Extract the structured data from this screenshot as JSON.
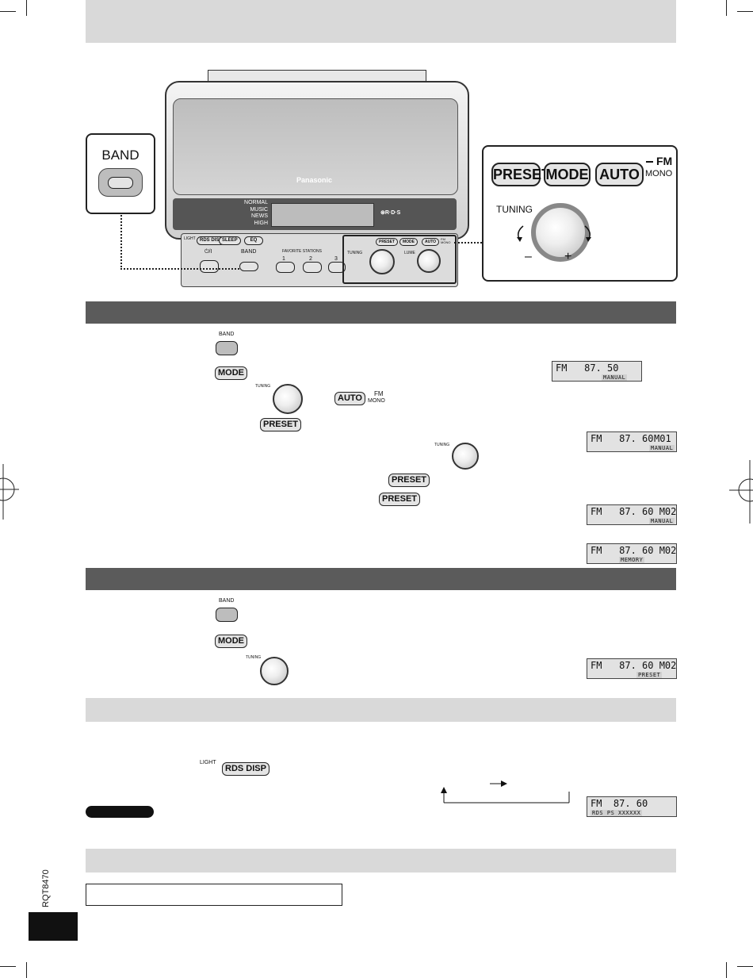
{
  "band_panel": {
    "label": "BAND"
  },
  "right_panel": {
    "preset": "PRESET",
    "mode": "MODE",
    "auto": "AUTO",
    "fm": "FM",
    "mono": "MONO",
    "tuning": "TUNING",
    "minus": "–",
    "plus": "+"
  },
  "device": {
    "brand": "Panasonic",
    "eq_modes": [
      "NORMAL",
      "MUSIC",
      "NEWS",
      "HIGH"
    ],
    "rds_logo": "⊛R·D·S",
    "light": "LIGHT",
    "rds_disp": "RDS DISP",
    "sleep": "SLEEP",
    "eq": "EQ",
    "power": "⏻/I",
    "band": "BAND",
    "favorite": "FAVORITE STATIONS",
    "fav1": "1",
    "fav2": "2",
    "fav3": "3",
    "tuning": "TUNING",
    "volume": "LUME",
    "preset": "PRESET",
    "mode": "MODE",
    "auto": "AUTO",
    "fm_mono": "FM MONO"
  },
  "steps": {
    "band": "BAND",
    "mode": "MODE",
    "tuning": "TUNING",
    "auto": "AUTO",
    "fm": "FM",
    "mono": "MONO",
    "preset": "PRESET",
    "light": "LIGHT",
    "rds_disp": "RDS DISP"
  },
  "displays": [
    {
      "main": "FM   87. 50",
      "sub": "MANUAL"
    },
    {
      "main": "FM   87. 60",
      "tag": "M01",
      "sub": "MANUAL"
    },
    {
      "main": "FM   87. 60 M02",
      "sub": "MANUAL"
    },
    {
      "main": "FM   87. 60 M02",
      "sub": "MEMORY"
    },
    {
      "main": "FM   87. 60 M02",
      "sub": "PRESET"
    },
    {
      "main": "FM  87. 60",
      "sub": "RDS  PS  XXXXXX"
    }
  ],
  "side_code": "RQT8470"
}
